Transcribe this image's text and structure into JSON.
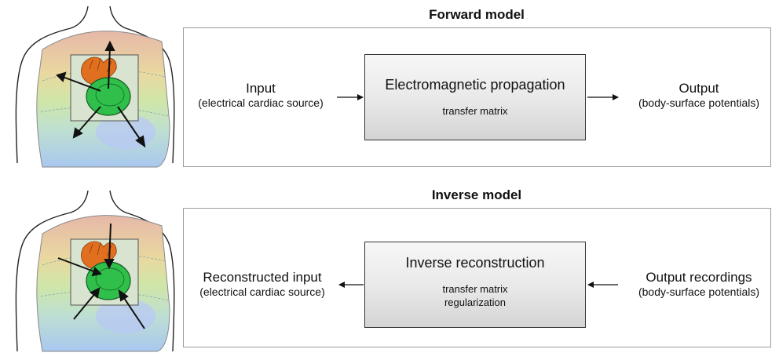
{
  "forward": {
    "title": "Forward model",
    "input_label": "Input",
    "input_sub": "(electrical cardiac source)",
    "process_label": "Electromagnetic propagation",
    "process_sub": "transfer matrix",
    "output_label": "Output",
    "output_sub": "(body-surface potentials)"
  },
  "inverse": {
    "title": "Inverse model",
    "input_label": "Reconstructed input",
    "input_sub": "(electrical cardiac source)",
    "process_label": "Inverse reconstruction",
    "process_sub1": "transfer matrix",
    "process_sub2": "regularization",
    "output_label": "Output recordings",
    "output_sub": "(body-surface potentials)"
  },
  "colors": {
    "heart": "#e07020",
    "heart_core": "#2fbf4a",
    "torso_top": "#e6b8a8",
    "torso_mid": "#cfe6a8",
    "torso_low": "#a9c8f0",
    "box_border": "#333333",
    "frame_border": "#9a9a9a"
  },
  "icons": [
    "torso-heart-illustration",
    "arrow-right",
    "arrow-left"
  ]
}
